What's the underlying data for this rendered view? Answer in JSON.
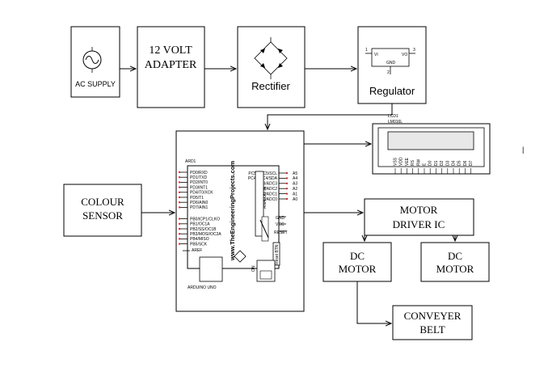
{
  "ac_supply": {
    "label": "AC SUPPLY"
  },
  "adapter": {
    "line1": "12 VOLT",
    "line2": "ADAPTER"
  },
  "rectifier": {
    "label": "Rectifier"
  },
  "regulator": {
    "label": "Regulator",
    "pin_vi": "VI",
    "pin_vo": "VO",
    "pin_gnd": "GND",
    "pin_1": "1",
    "pin_2": "2",
    "pin_3": "3"
  },
  "lcd": {
    "ref": "LCD1",
    "part": "LM016L",
    "pins": [
      "VSS",
      "VDD",
      "VEE",
      "RS",
      "RW",
      "E",
      "D0",
      "D1",
      "D2",
      "D3",
      "D4",
      "D5",
      "D6",
      "D7"
    ]
  },
  "colour_sensor": {
    "line1": "COLOUR",
    "line2": "SENSOR"
  },
  "arduino": {
    "ref": "ARD1",
    "part": "ARDUINO UNO",
    "watermark": "www.TheEngineeringProjects.com",
    "analog_in": "ANALOG IN",
    "reset_btn": "Reset BTN",
    "on_label": "ON",
    "aref": "AREF",
    "gnd": "GND",
    "vcc": "VCC",
    "reset": "RESET",
    "left_pins": [
      "PD0/RXD",
      "PD1/TXD",
      "PD2/INT0",
      "PD3/INT1",
      "PD4/T0/XCK",
      "PD5/T1",
      "PD6/AIN0",
      "PD7/AIN1",
      "PB0/ICP1/CLKO",
      "PB1/OC1A",
      "PB2/SS/OC1B",
      "PB3/MOSI/OC2A",
      "PB4/MISO",
      "PB5/SCK"
    ],
    "right_pins": [
      "PC5/ADC5/SCL",
      "PC4/ADC4/SDA",
      "PC3/ADC3",
      "PC2/ADC2",
      "PC1/ADC1",
      "PC0/ADC0"
    ],
    "analog_labels": [
      "A5",
      "A4",
      "A3",
      "A2",
      "A1",
      "A0"
    ]
  },
  "motor_driver": {
    "line1": "MOTOR",
    "line2": "DRIVER IC"
  },
  "dc_motor_left": {
    "line1": "DC",
    "line2": "MOTOR"
  },
  "dc_motor_right": {
    "line1": "DC",
    "line2": "MOTOR"
  },
  "conveyer_belt": {
    "line1": "CONVEYER",
    "line2": "BELT"
  }
}
